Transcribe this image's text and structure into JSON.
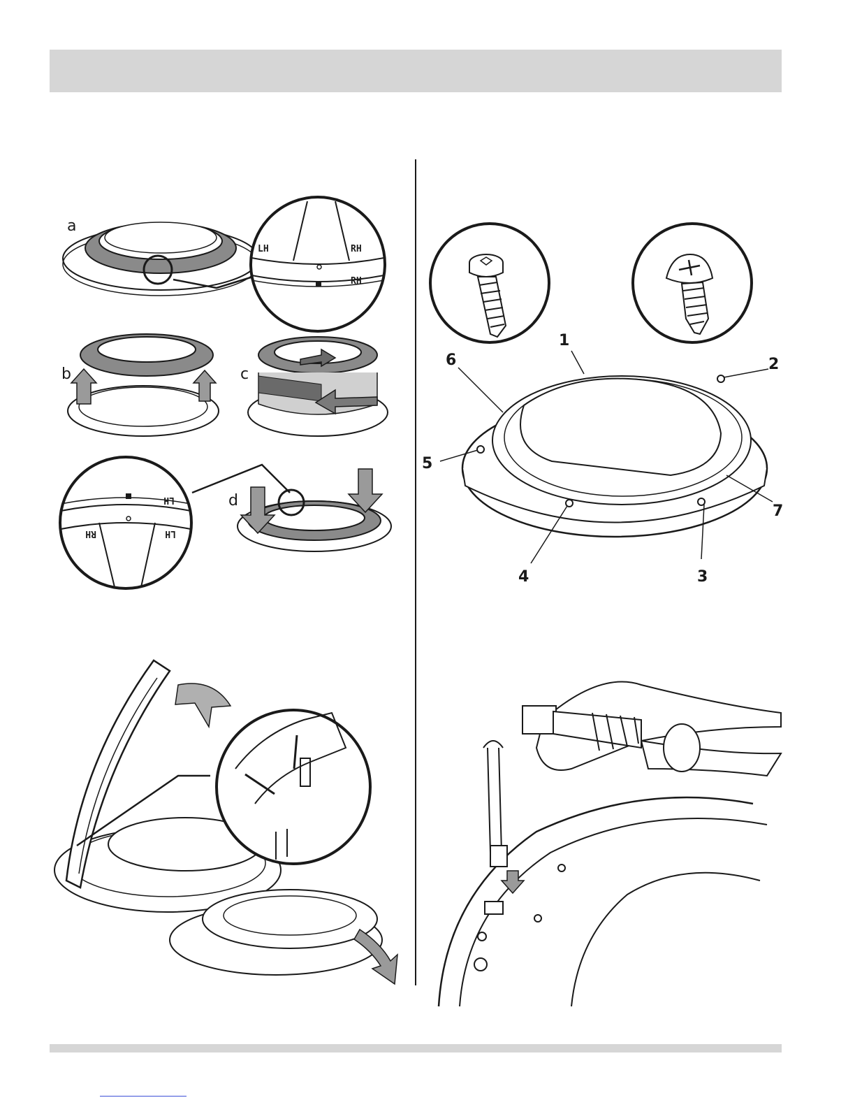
{
  "figure_labels": {
    "a": "a",
    "b": "b",
    "c": "c",
    "d": "d"
  },
  "ring_markings": {
    "left_hand": "LH",
    "right_hand": "RH"
  },
  "callout_numbers": [
    "1",
    "2",
    "3",
    "4",
    "5",
    "6",
    "7"
  ]
}
